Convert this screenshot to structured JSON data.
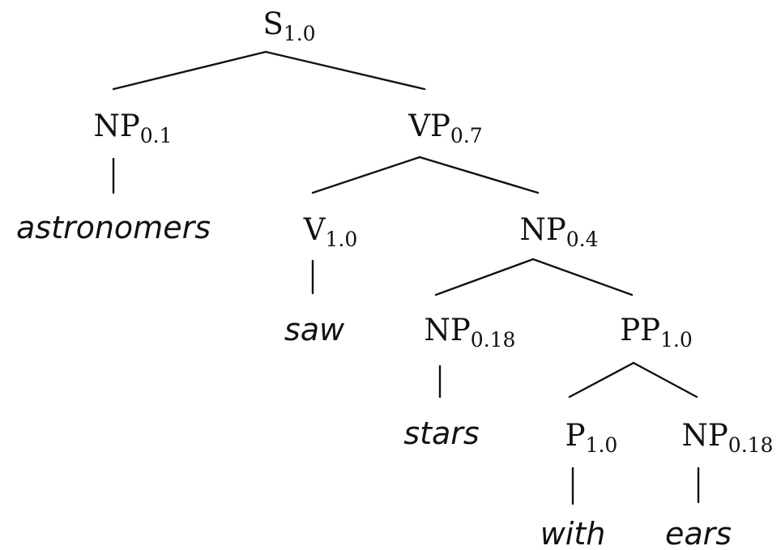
{
  "tree": {
    "nodes": [
      {
        "id": "S",
        "label": "S",
        "prob": "1.0",
        "kind": "category"
      },
      {
        "id": "NP1",
        "label": "NP",
        "prob": "0.1",
        "kind": "category"
      },
      {
        "id": "VP",
        "label": "VP",
        "prob": "0.7",
        "kind": "category"
      },
      {
        "id": "astronomers",
        "label": "astronomers",
        "kind": "word"
      },
      {
        "id": "V",
        "label": "V",
        "prob": "1.0",
        "kind": "category"
      },
      {
        "id": "NP2",
        "label": "NP",
        "prob": "0.4",
        "kind": "category"
      },
      {
        "id": "saw",
        "label": "saw",
        "kind": "word"
      },
      {
        "id": "NP3",
        "label": "NP",
        "prob": "0.18",
        "kind": "category"
      },
      {
        "id": "PP",
        "label": "PP",
        "prob": "1.0",
        "kind": "category"
      },
      {
        "id": "stars",
        "label": "stars",
        "kind": "word"
      },
      {
        "id": "P",
        "label": "P",
        "prob": "1.0",
        "kind": "category"
      },
      {
        "id": "NP4",
        "label": "NP",
        "prob": "0.18",
        "kind": "category"
      },
      {
        "id": "with",
        "label": "with",
        "kind": "word"
      },
      {
        "id": "ears",
        "label": "ears",
        "kind": "word"
      }
    ],
    "edges": [
      [
        "S",
        "NP1"
      ],
      [
        "S",
        "VP"
      ],
      [
        "NP1",
        "astronomers"
      ],
      [
        "VP",
        "V"
      ],
      [
        "VP",
        "NP2"
      ],
      [
        "V",
        "saw"
      ],
      [
        "NP2",
        "NP3"
      ],
      [
        "NP2",
        "PP"
      ],
      [
        "NP3",
        "stars"
      ],
      [
        "PP",
        "P"
      ],
      [
        "PP",
        "NP4"
      ],
      [
        "P",
        "with"
      ],
      [
        "NP4",
        "ears"
      ]
    ]
  }
}
